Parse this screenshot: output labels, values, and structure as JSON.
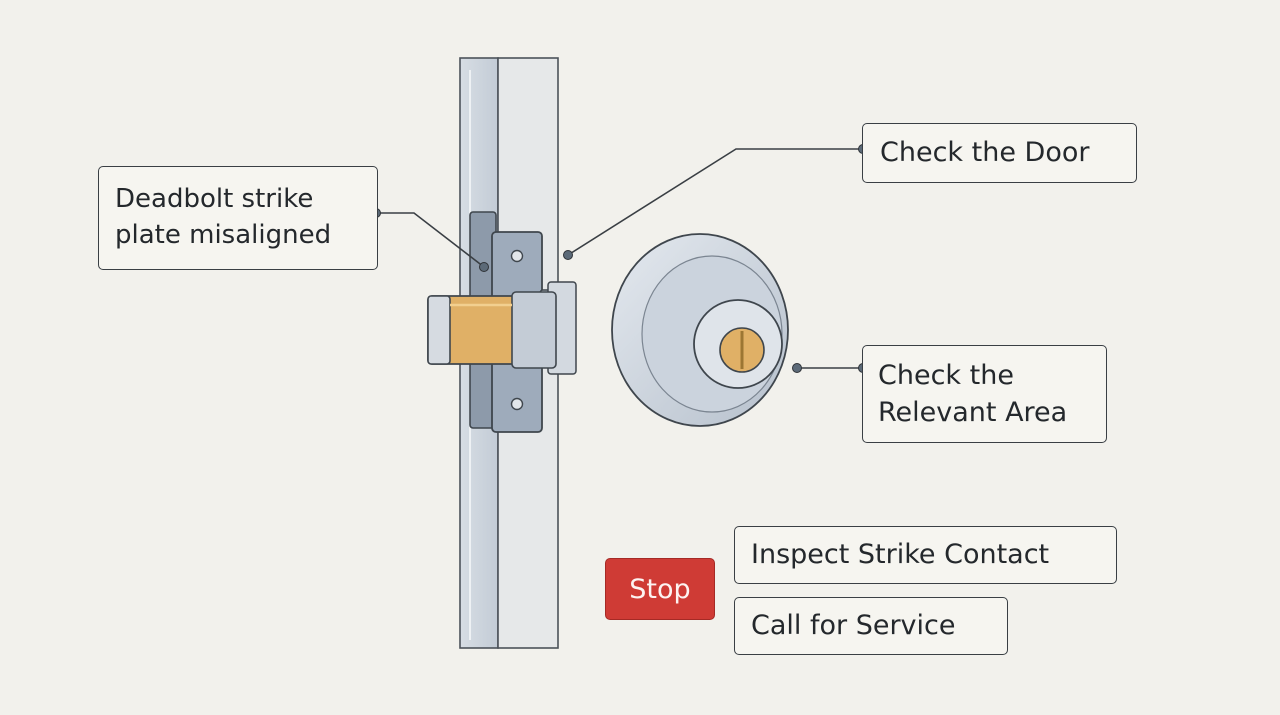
{
  "labels": {
    "deadbolt_line1": "Deadbolt strike",
    "deadbolt_line2": "plate misaligned",
    "check_door": "Check the Door",
    "check_area_line1": "Check the",
    "check_area_line2": "Relevant Area"
  },
  "actions": {
    "stop": "Stop",
    "inspect": "Inspect Strike Contact",
    "call": "Call for Service"
  },
  "colors": {
    "background": "#f2f1ec",
    "brass_bolt": "#e0b066",
    "stop_button": "#cf3b35",
    "metal": "#c9d1db"
  }
}
